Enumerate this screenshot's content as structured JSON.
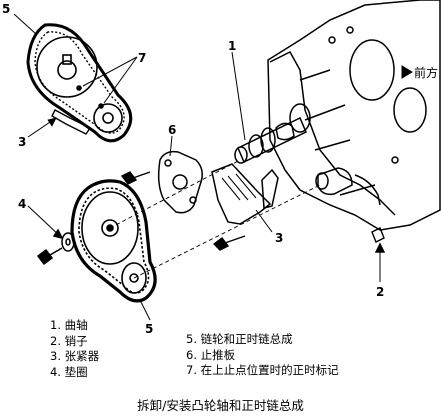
{
  "callouts": {
    "n1": "1",
    "n2": "2",
    "n3_top": "3",
    "n3_mid": "3",
    "n4": "4",
    "n5_top": "5",
    "n5_bottom": "5",
    "n6": "6",
    "n7": "7"
  },
  "front_label": "前方",
  "legend_left": [
    "1. 曲轴",
    "2. 销子",
    "3. 张紧器",
    "4. 垫圈"
  ],
  "legend_right": [
    "5. 链轮和正时链总成",
    "6. 止推板",
    "7. 在上止点位置时的正时标记"
  ],
  "caption": "拆卸/安装凸轮轴和正时链总成",
  "colors": {
    "ink": "#000000",
    "background": "#ffffff"
  }
}
